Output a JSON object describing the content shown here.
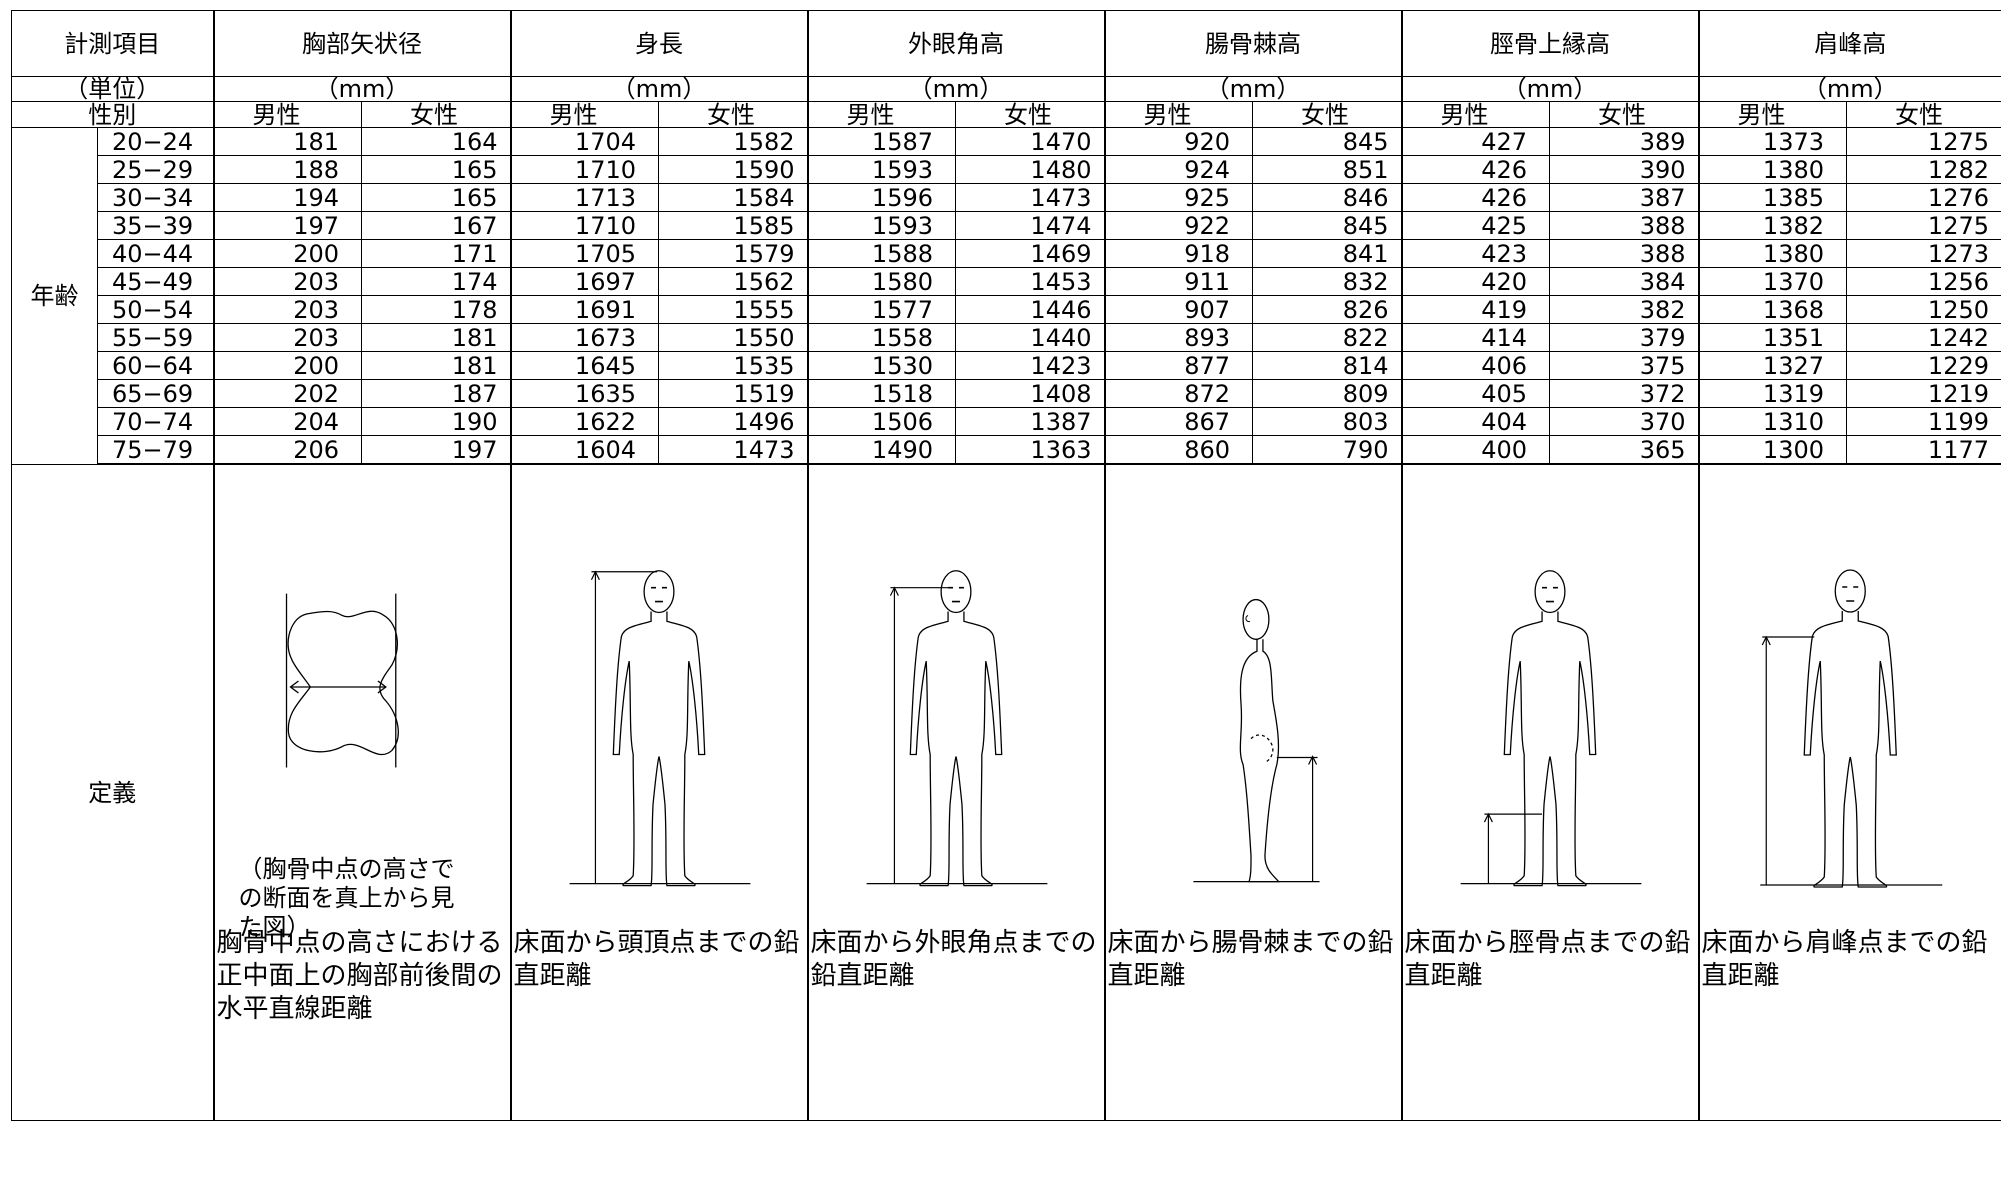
{
  "header": {
    "item_label": "計測項目",
    "unit_label": "（単位）",
    "sex_label": "性別",
    "age_label": "年齢",
    "definition_label": "定義",
    "male": "男性",
    "female": "女性"
  },
  "columns": [
    {
      "name": "胸部矢状径",
      "unit": "（mm）",
      "definition": "胸骨中点の高さにおける正中面上の胸部前後間の水平直線距離",
      "note": "（胸骨中点の高さでの断面を真上から見た図）",
      "figure": "chest-cross-section"
    },
    {
      "name": "身長",
      "unit": "（mm）",
      "definition": "床面から頭頂点までの鉛直距離",
      "figure": "stature-figure"
    },
    {
      "name": "外眼角高",
      "unit": "（mm）",
      "definition": "床面から外眼角点までの鉛直距離",
      "figure": "eye-height-figure"
    },
    {
      "name": "腸骨棘高",
      "unit": "（mm）",
      "definition": "床面から腸骨棘までの鉛直距離",
      "figure": "iliac-spine-figure"
    },
    {
      "name": "脛骨上縁高",
      "unit": "（mm）",
      "definition": "床面から脛骨点までの鉛直距離",
      "figure": "tibia-height-figure"
    },
    {
      "name": "肩峰高",
      "unit": "（mm）",
      "definition": "床面から肩峰点までの鉛直距離",
      "figure": "shoulder-height-figure"
    }
  ],
  "rows": [
    {
      "age": "20−24",
      "values": [
        "181",
        "164",
        "1704",
        "1582",
        "1587",
        "1470",
        "920",
        "845",
        "427",
        "389",
        "1373",
        "1275"
      ]
    },
    {
      "age": "25−29",
      "values": [
        "188",
        "165",
        "1710",
        "1590",
        "1593",
        "1480",
        "924",
        "851",
        "426",
        "390",
        "1380",
        "1282"
      ]
    },
    {
      "age": "30−34",
      "values": [
        "194",
        "165",
        "1713",
        "1584",
        "1596",
        "1473",
        "925",
        "846",
        "426",
        "387",
        "1385",
        "1276"
      ]
    },
    {
      "age": "35−39",
      "values": [
        "197",
        "167",
        "1710",
        "1585",
        "1593",
        "1474",
        "922",
        "845",
        "425",
        "388",
        "1382",
        "1275"
      ]
    },
    {
      "age": "40−44",
      "values": [
        "200",
        "171",
        "1705",
        "1579",
        "1588",
        "1469",
        "918",
        "841",
        "423",
        "388",
        "1380",
        "1273"
      ]
    },
    {
      "age": "45−49",
      "values": [
        "203",
        "174",
        "1697",
        "1562",
        "1580",
        "1453",
        "911",
        "832",
        "420",
        "384",
        "1370",
        "1256"
      ]
    },
    {
      "age": "50−54",
      "values": [
        "203",
        "178",
        "1691",
        "1555",
        "1577",
        "1446",
        "907",
        "826",
        "419",
        "382",
        "1368",
        "1250"
      ]
    },
    {
      "age": "55−59",
      "values": [
        "203",
        "181",
        "1673",
        "1550",
        "1558",
        "1440",
        "893",
        "822",
        "414",
        "379",
        "1351",
        "1242"
      ]
    },
    {
      "age": "60−64",
      "values": [
        "200",
        "181",
        "1645",
        "1535",
        "1530",
        "1423",
        "877",
        "814",
        "406",
        "375",
        "1327",
        "1229"
      ]
    },
    {
      "age": "65−69",
      "values": [
        "202",
        "187",
        "1635",
        "1519",
        "1518",
        "1408",
        "872",
        "809",
        "405",
        "372",
        "1319",
        "1219"
      ]
    },
    {
      "age": "70−74",
      "values": [
        "204",
        "190",
        "1622",
        "1496",
        "1506",
        "1387",
        "867",
        "803",
        "404",
        "370",
        "1310",
        "1199"
      ]
    },
    {
      "age": "75−79",
      "values": [
        "206",
        "197",
        "1604",
        "1473",
        "1490",
        "1363",
        "860",
        "790",
        "400",
        "365",
        "1300",
        "1177"
      ]
    }
  ]
}
